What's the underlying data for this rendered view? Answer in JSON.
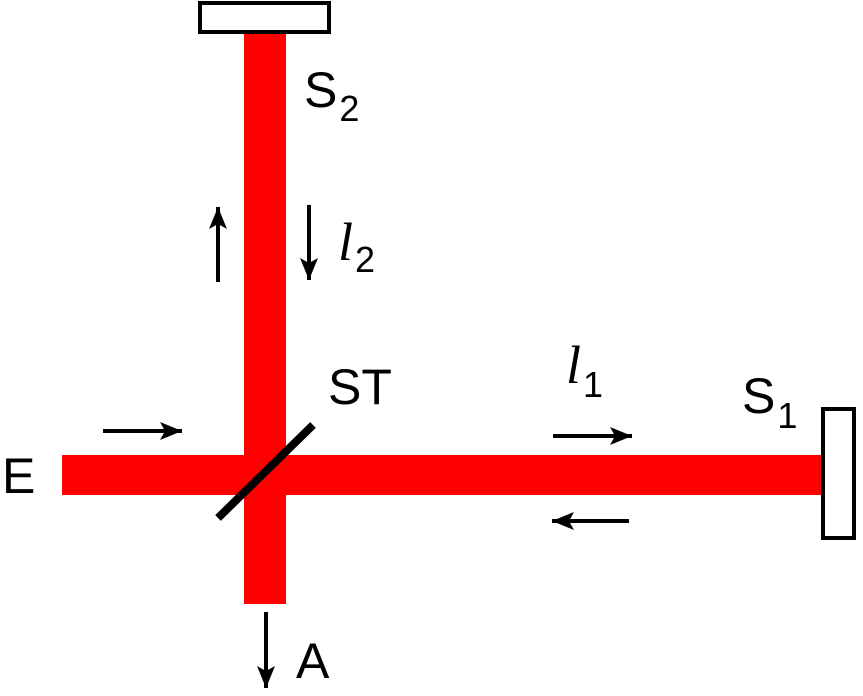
{
  "colors": {
    "beam": "#ff0000",
    "ink": "#000000",
    "background": "#ffffff"
  },
  "labels": {
    "source": "E",
    "splitter": "ST",
    "detector": "A",
    "mirror1": {
      "main": "S",
      "sub": "1"
    },
    "mirror2": {
      "main": "S",
      "sub": "2"
    },
    "arm1": {
      "main": "l",
      "sub": "1"
    },
    "arm2": {
      "main": "l",
      "sub": "2"
    }
  }
}
